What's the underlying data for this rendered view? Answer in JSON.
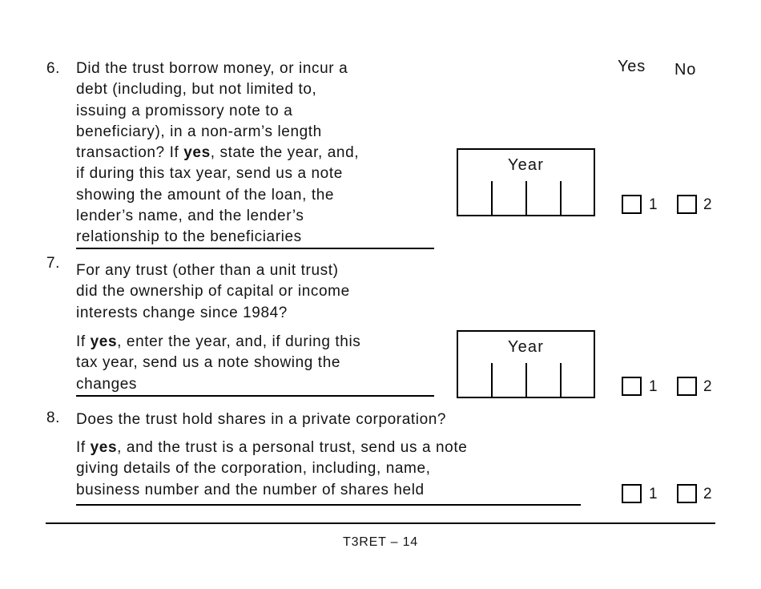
{
  "header": {
    "yes": "Yes",
    "no": "No"
  },
  "questions": {
    "q6": {
      "number": "6.",
      "pre": "Did the trust borrow money, or incur a\ndebt (including, but not limited to,\nissuing a promissory note to a\nbeneficiary), in a non-arm’s length\ntransaction? If ",
      "bold": "yes",
      "post": ", state the year, and,\nif during this tax year, send us a note\nshowing the amount of the loan, the\nlender’s name, and the lender’s\nrelationship to the beneficiaries",
      "year_label": "Year",
      "yes_code": "1",
      "no_code": "2"
    },
    "q7": {
      "number": "7.",
      "p1": "For any trust (other than a unit trust)\ndid the ownership of capital or income\ninterests change since 1984?",
      "pre": "If ",
      "bold": "yes",
      "post": ", enter the year, and, if during this\ntax year, send us a note showing the\nchanges",
      "year_label": "Year",
      "yes_code": "1",
      "no_code": "2"
    },
    "q8": {
      "number": "8.",
      "p1": "Does the trust hold shares in a private corporation?",
      "pre": "If ",
      "bold": "yes",
      "post": ", and the trust is a personal trust, send us a note\ngiving details of the corporation, including, name,\nbusiness number and the number of shares held",
      "yes_code": "1",
      "no_code": "2"
    }
  },
  "footer": {
    "page_label": "T3RET – 14"
  }
}
